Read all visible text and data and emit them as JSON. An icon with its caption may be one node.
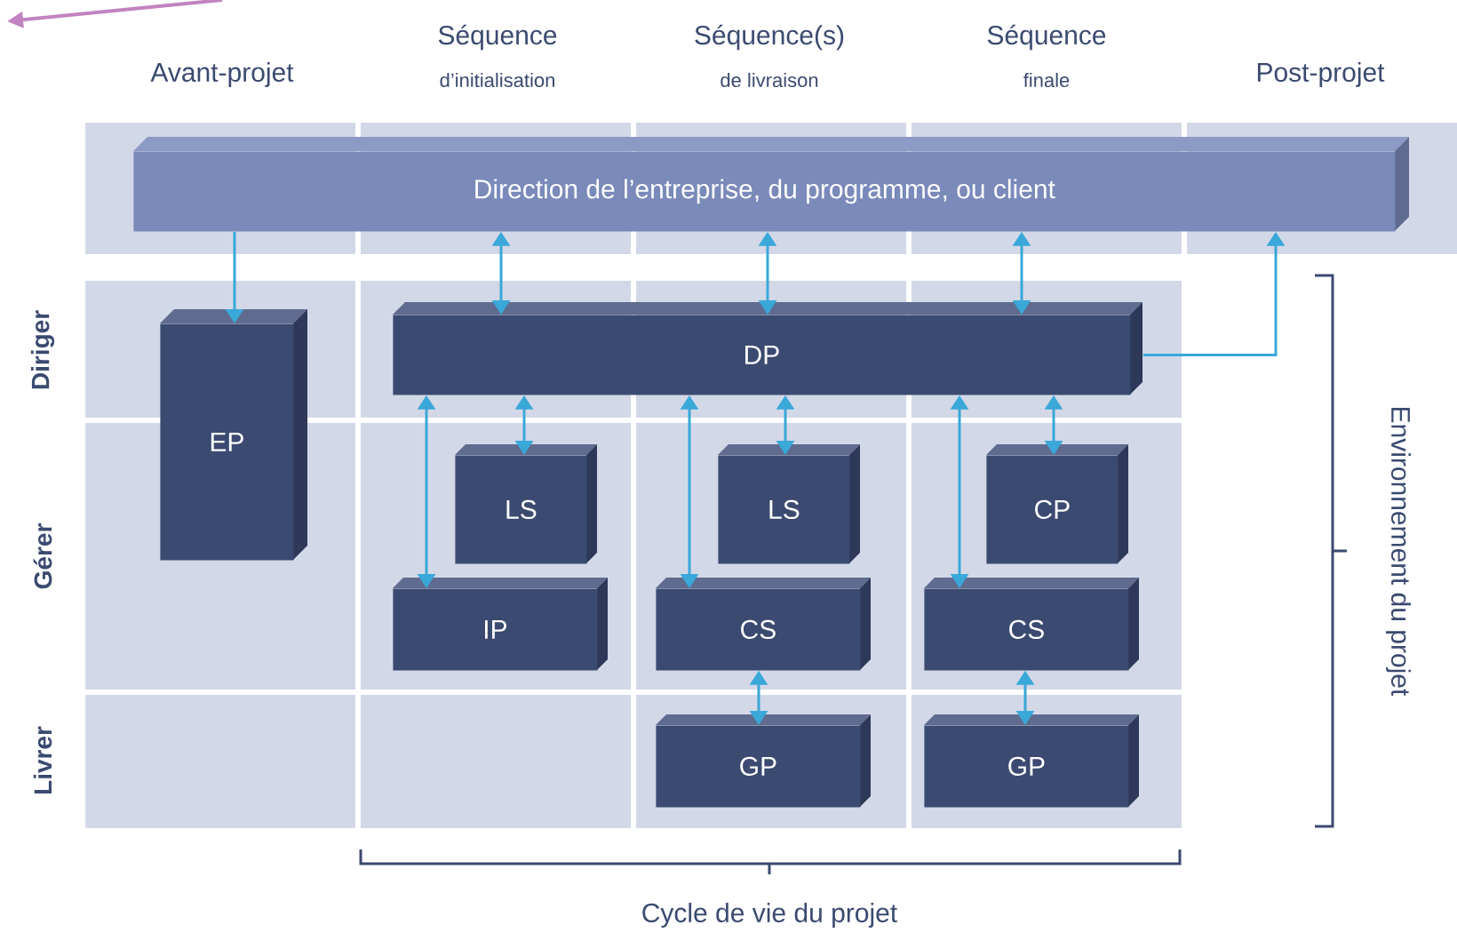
{
  "diagram": {
    "nodes": [
      {
        "text": [
          "Direction de l’entreprise, du programme, ou client"
        ]
      },
      {
        "text": [
          "EP"
        ]
      },
      {
        "text": [
          "DP"
        ]
      },
      {
        "text": [
          "LS"
        ]
      },
      {
        "text": [
          "IP"
        ]
      },
      {
        "text": [
          "LS"
        ]
      },
      {
        "text": [
          "CS"
        ]
      },
      {
        "text": [
          "GP"
        ]
      },
      {
        "text": [
          "CP"
        ]
      },
      {
        "text": [
          "CS"
        ]
      },
      {
        "text": [
          "GP"
        ]
      }
    ],
    "edges": [
      {
        "from": 0,
        "to": 1,
        "arrow": "to"
      },
      {
        "from": 0,
        "to": 2,
        "arrow": "both"
      },
      {
        "from": 0,
        "to": 2,
        "arrow": "both"
      },
      {
        "from": 0,
        "to": 2,
        "arrow": "both"
      },
      {
        "from": 2,
        "to": 0,
        "arrow": "to"
      },
      {
        "from": 2,
        "to": 4,
        "arrow": "both"
      },
      {
        "from": 2,
        "to": 3,
        "arrow": "both"
      },
      {
        "from": 2,
        "to": 6,
        "arrow": "both"
      },
      {
        "from": 2,
        "to": 5,
        "arrow": "both"
      },
      {
        "from": 2,
        "to": 9,
        "arrow": "both"
      },
      {
        "from": 2,
        "to": 8,
        "arrow": "both"
      },
      {
        "from": 6,
        "to": 7,
        "arrow": "both"
      },
      {
        "from": 9,
        "to": 10,
        "arrow": "both"
      }
    ],
    "labels": [
      "Séquence",
      "Séquence(s)",
      "Séquence",
      "Avant-projet",
      "d’initialisation",
      "de livraison",
      "finale",
      "Post-projet",
      "Diriger",
      "Gérer",
      "Livrer",
      "Environnement du projet",
      "Cycle de vie du projet"
    ]
  }
}
